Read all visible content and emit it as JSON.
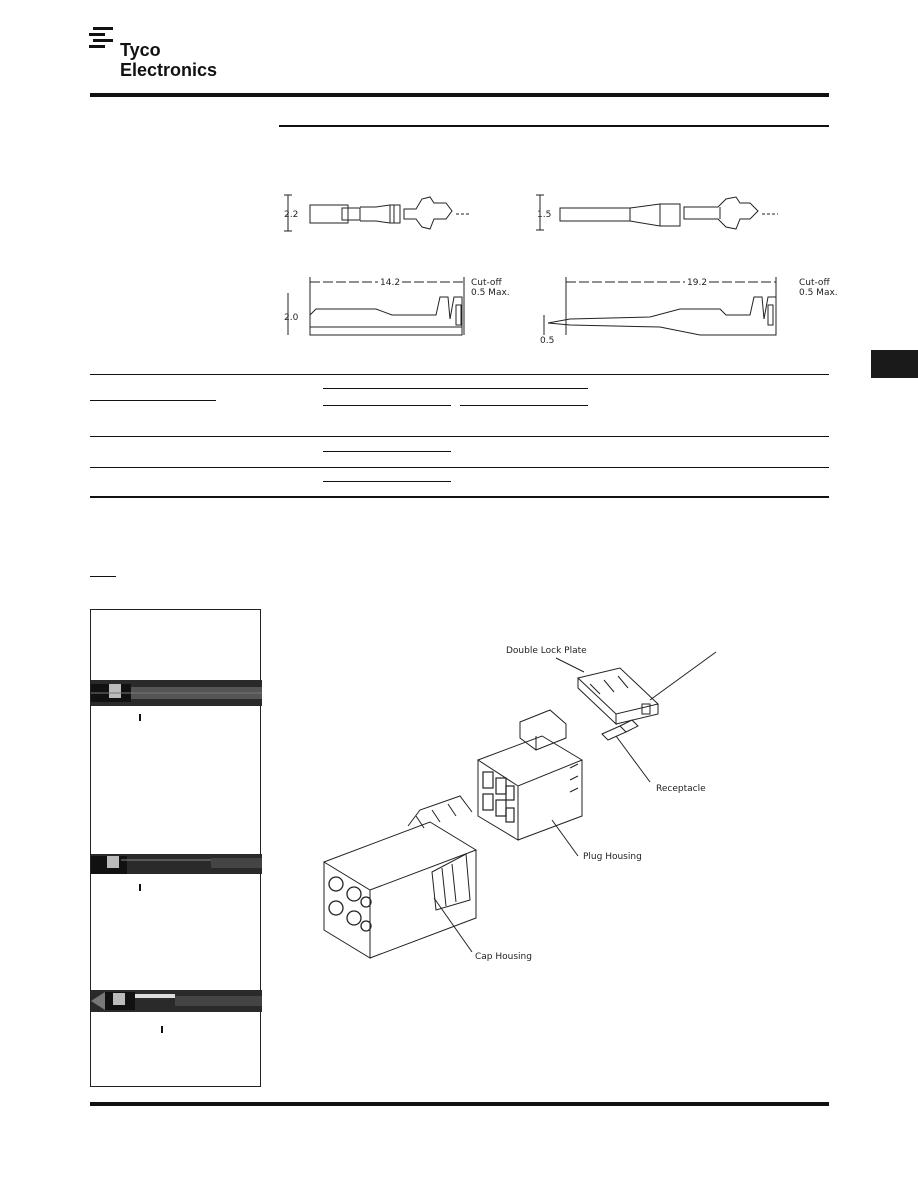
{
  "brand": {
    "company_line1": "Tyco",
    "company_line2": "Electronics"
  },
  "terminal_drawings": {
    "left": {
      "top_view_width": "2.2",
      "side_view_length": "14.2",
      "side_view_height": "2.0",
      "cutoff_line1": "Cut-off",
      "cutoff_line2": "0.5 Max."
    },
    "right": {
      "top_view_width": "1.5",
      "side_view_length": "19.2",
      "side_view_thickness": "0.5",
      "cutoff_line1": "Cut-off",
      "cutoff_line2": "0.5 Max."
    }
  },
  "assembly_callouts": {
    "double_lock_plate": "Double Lock Plate",
    "receptacle": "Receptacle",
    "plug_housing": "Plug Housing",
    "cap_housing": "Cap Housing"
  },
  "colors": {
    "ink": "#111111",
    "tab": "#1a1a1a"
  }
}
